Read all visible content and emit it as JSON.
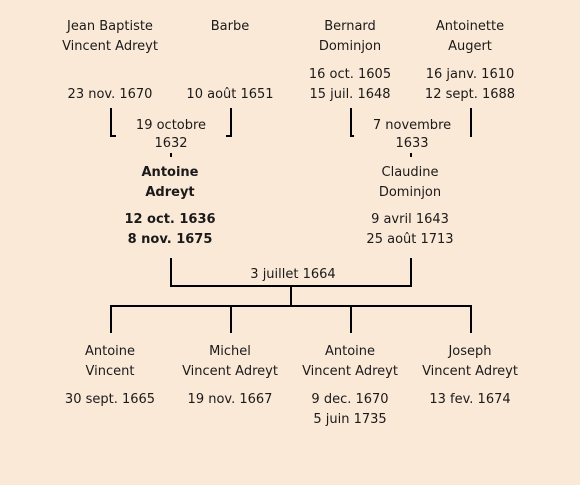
{
  "gen1": [
    {
      "name": "Jean Baptiste\nVincent Adreyt",
      "dates": "23 nov. 1670"
    },
    {
      "name": "Barbe",
      "dates": "10 août 1651"
    },
    {
      "name": "Bernard\nDominjon",
      "dates": "16 oct. 1605\n15 juil. 1648"
    },
    {
      "name": "Antoinette\nAugert",
      "dates": "16 janv. 1610\n12 sept. 1688"
    }
  ],
  "gen1_marriages": [
    "19 octobre 1632",
    "7 novembre 1633"
  ],
  "gen2": [
    {
      "name": "Antoine\nAdreyt",
      "dates": "12 oct. 1636\n8 nov. 1675"
    },
    {
      "name": "Claudine\nDominjon",
      "dates": "9 avril 1643\n25 août 1713"
    }
  ],
  "gen2_marriage": "3 juillet 1664",
  "children": [
    {
      "name": "Antoine\nVincent",
      "dates": "30 sept. 1665"
    },
    {
      "name": "Michel\nVincent Adreyt",
      "dates": "19 nov. 1667"
    },
    {
      "name": "Antoine\nVincent Adreyt",
      "dates": "9 dec. 1670\n5 juin 1735"
    },
    {
      "name": "Joseph\nVincent Adreyt",
      "dates": "13 fev. 1674"
    }
  ]
}
